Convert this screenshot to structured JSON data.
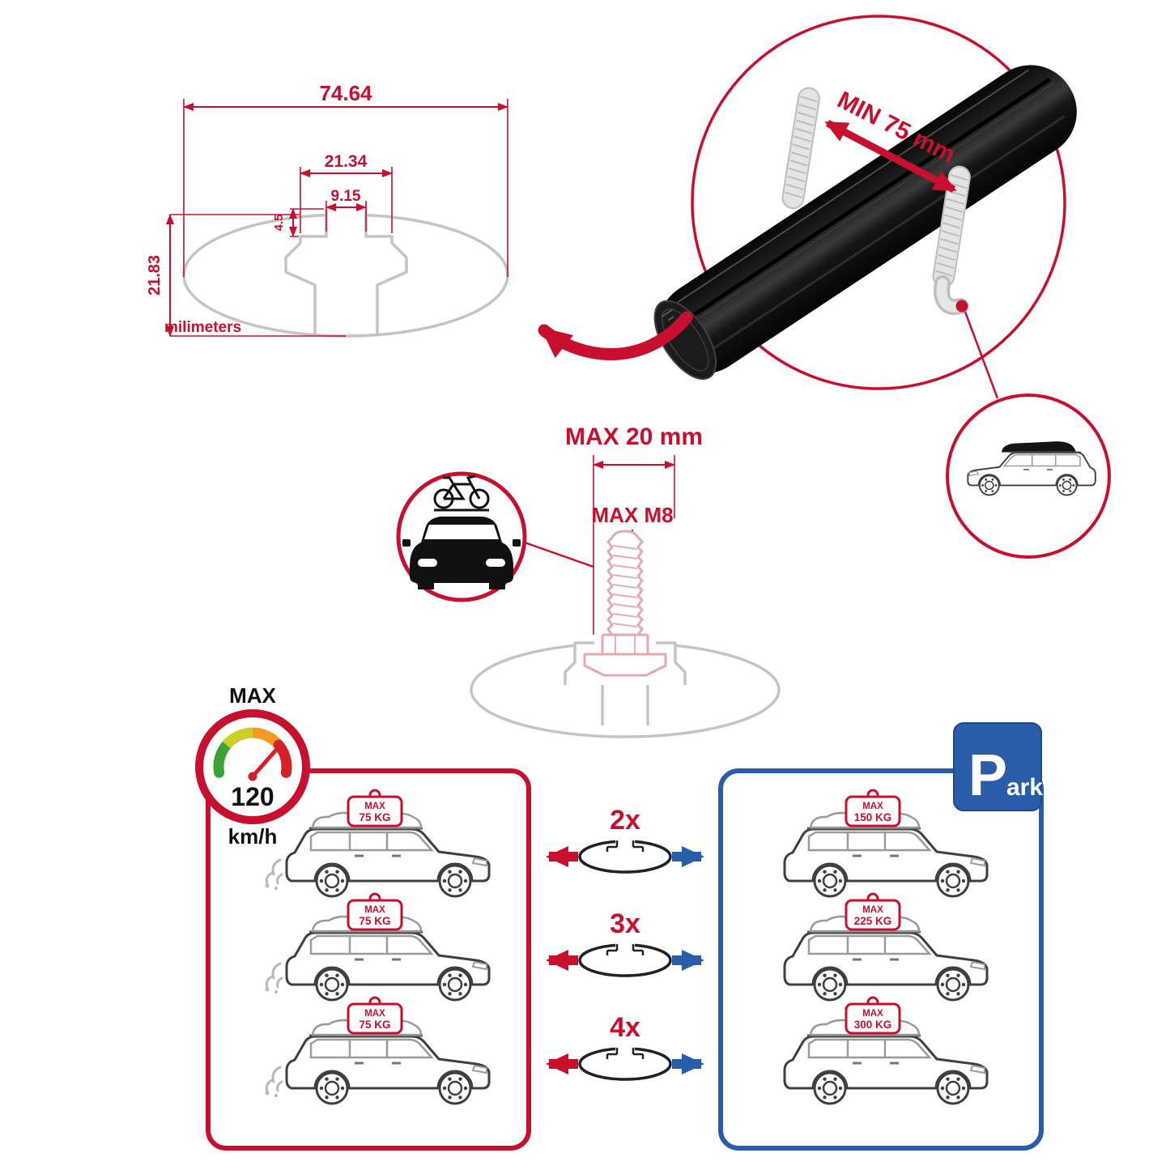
{
  "dimensions": {
    "total_width": "74.64",
    "slot_outer_width": "21.34",
    "slot_inner_width": "9.15",
    "slot_depth": "4.5",
    "total_height": "21.83",
    "units_label": "milimeters"
  },
  "bar_detail": {
    "min_clearance": "MIN 75 mm"
  },
  "bolt_detail": {
    "max_width": "MAX 20 mm",
    "max_thread": "MAX M8"
  },
  "speed_limit": {
    "label": "MAX",
    "value": "120",
    "unit": "km/h"
  },
  "park_sign": {
    "letter": "P",
    "suffix": "ark"
  },
  "load_chart": {
    "rows": [
      {
        "multiplier": "2x",
        "per_bar_label": "MAX",
        "per_bar_value": "75 KG",
        "total_label": "MAX",
        "total_value": "150 KG"
      },
      {
        "multiplier": "3x",
        "per_bar_label": "MAX",
        "per_bar_value": "75 KG",
        "total_label": "MAX",
        "total_value": "225 KG"
      },
      {
        "multiplier": "4x",
        "per_bar_label": "MAX",
        "per_bar_value": "75 KG",
        "total_label": "MAX",
        "total_value": "300 KG"
      }
    ]
  },
  "colors": {
    "red": "#C8102E",
    "blue": "#2A5DA9",
    "outline_gray": "#C4C4C4",
    "bar_black": "#111111"
  }
}
